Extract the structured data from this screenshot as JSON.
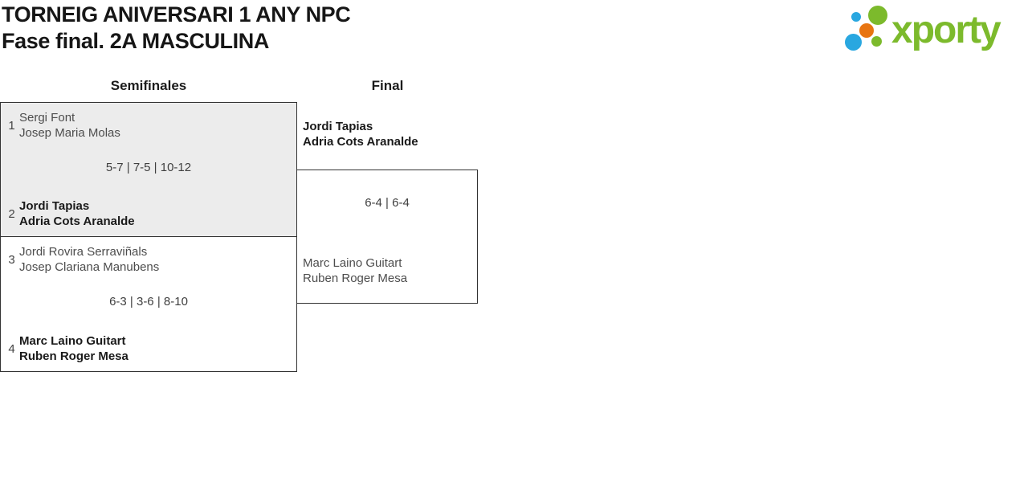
{
  "header": {
    "title_line1": "TORNEIG ANIVERSARI 1 ANY NPC",
    "title_line2": "Fase final. 2A MASCULINA",
    "logo": {
      "text": "xporty",
      "colors": {
        "green": "#7cba2c",
        "blue": "#29a7e0",
        "orange": "#e87511"
      }
    }
  },
  "bracket": {
    "round_headers": {
      "semifinals": "Semifinales",
      "final": "Final"
    },
    "semifinals": [
      {
        "seed_top": "1",
        "team_top_line1": "Sergi Font",
        "team_top_line2": "Josep Maria Molas",
        "score": "5-7 | 7-5 | 10-12",
        "seed_bottom": "2",
        "team_bottom_line1": "Jordi Tapias",
        "team_bottom_line2": "Adria Cots Aranalde",
        "winner": "bottom"
      },
      {
        "seed_top": "3",
        "team_top_line1": "Jordi Rovira Serraviñals",
        "team_top_line2": "Josep Clariana Manubens",
        "score": "6-3 | 3-6 | 8-10",
        "seed_bottom": "4",
        "team_bottom_line1": "Marc Laino Guitart",
        "team_bottom_line2": "Ruben Roger Mesa",
        "winner": "bottom"
      }
    ],
    "final": {
      "team_top_line1": "Jordi Tapias",
      "team_top_line2": "Adria Cots Aranalde",
      "score": "6-4 | 6-4",
      "team_bottom_line1": "Marc Laino Guitart",
      "team_bottom_line2": "Ruben Roger Mesa",
      "winner": "top"
    }
  }
}
